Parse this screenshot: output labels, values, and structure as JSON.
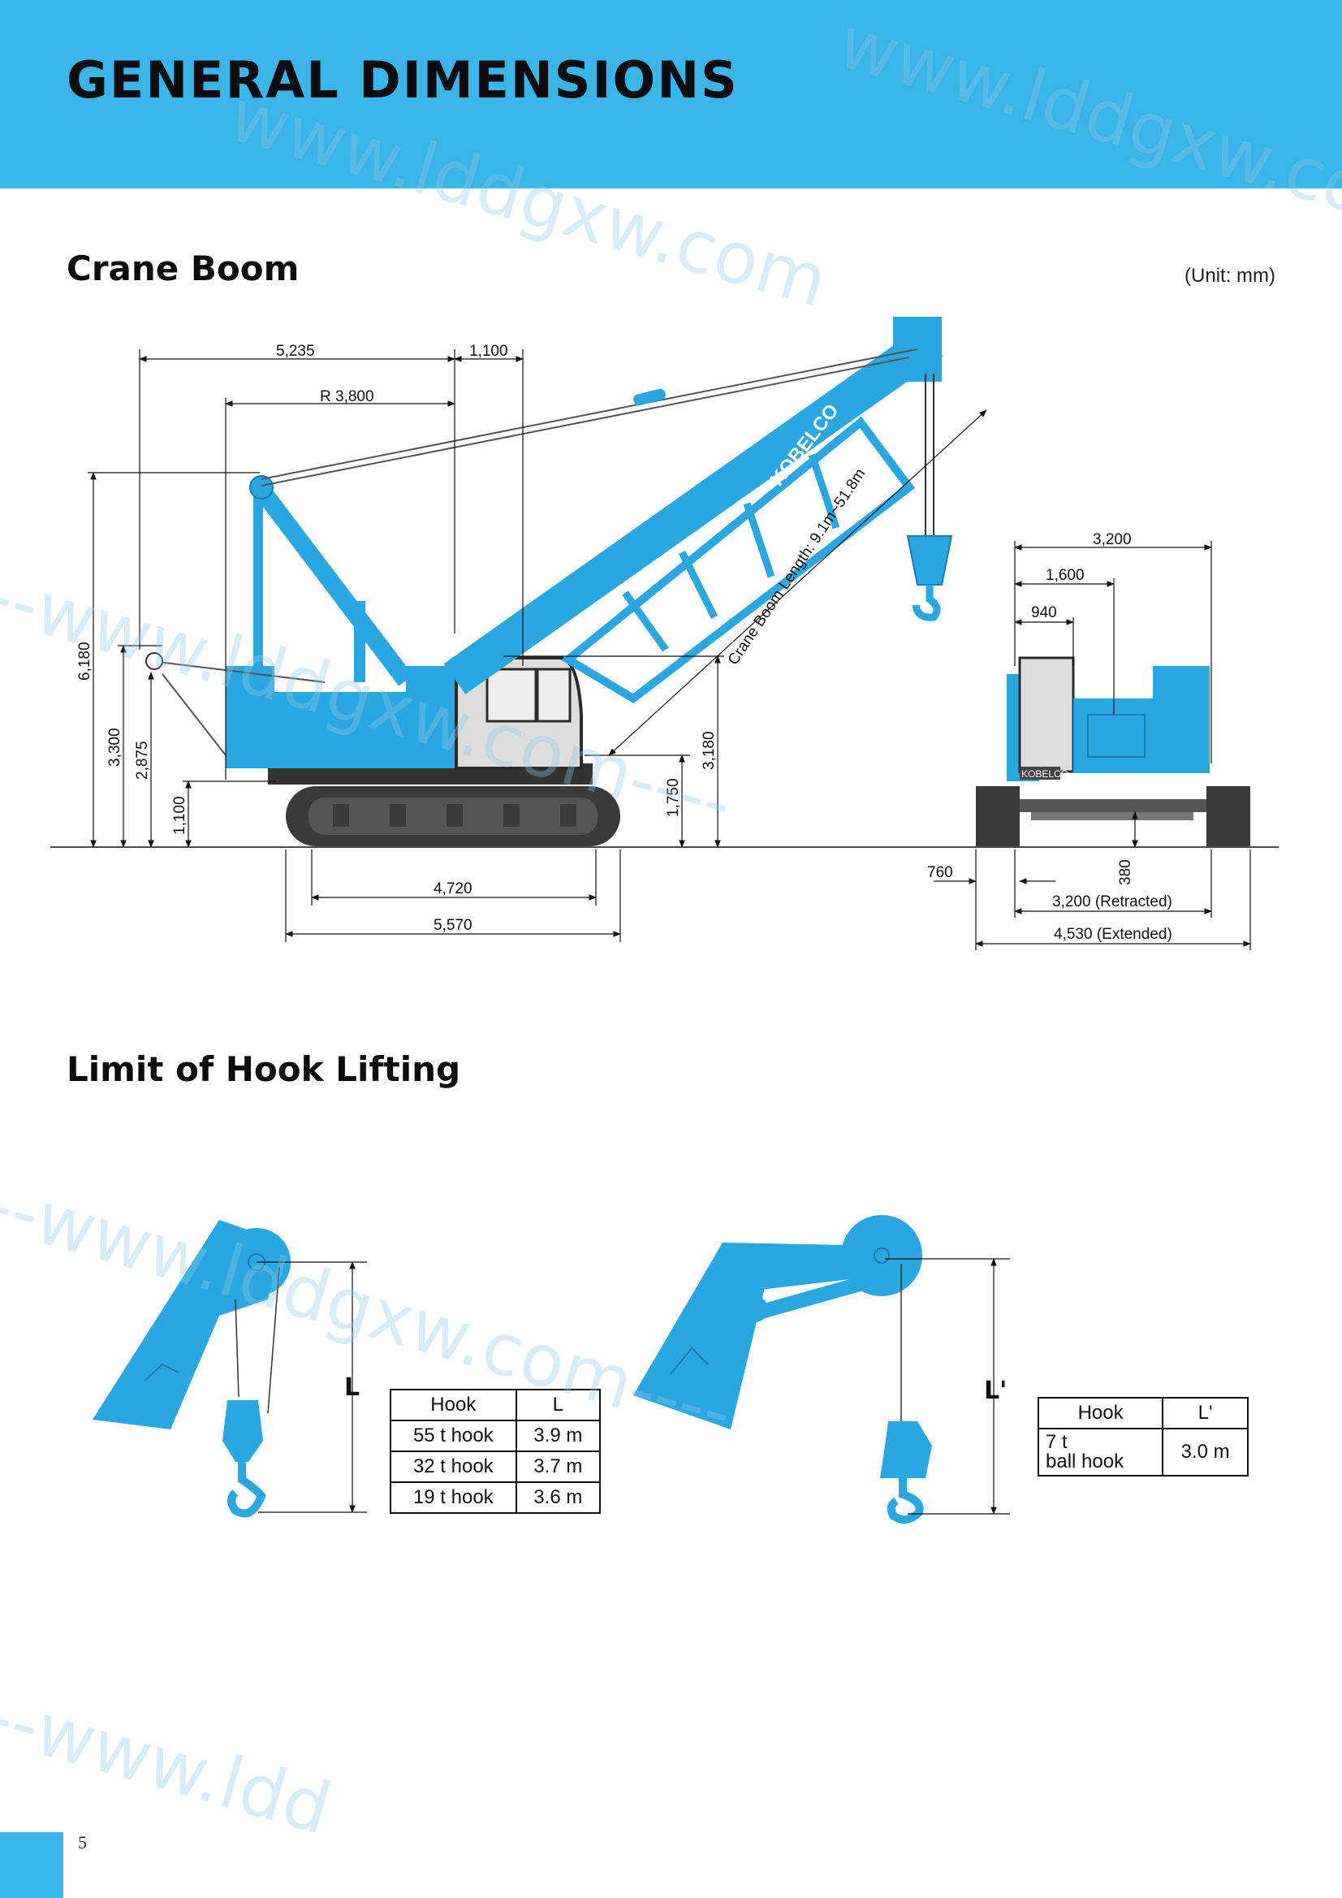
{
  "header": {
    "title": "GENERAL DIMENSIONS"
  },
  "crane_boom": {
    "heading": "Crane Boom",
    "unit_note": "(Unit: mm)",
    "side_view": {
      "dim_top_left": "5,235",
      "dim_top_right": "1,100",
      "radius": "R 3,800",
      "height_total": "6,180",
      "height_3300": "3,300",
      "height_2875": "2,875",
      "height_1100": "1,100",
      "height_1750": "1,750",
      "height_3180": "3,180",
      "track_length": "4,720",
      "overall_length": "5,570",
      "boom_length_label": "Crane Boom Length: 9.1m~51.8m",
      "brand": "KOBELCO"
    },
    "rear_view": {
      "width_3200_top": "3,200",
      "width_1600": "1,600",
      "width_940": "940",
      "clearance_380": "380",
      "shoe_760": "760",
      "retracted": "3,200 (Retracted)",
      "extended": "4,530 (Extended)",
      "brand": "KOBELCO"
    }
  },
  "hook_lifting": {
    "heading": "Limit of Hook Lifting",
    "left_label": "L",
    "right_label": "L'",
    "table_left": {
      "headers": [
        "Hook",
        "L"
      ],
      "rows": [
        [
          "55 t hook",
          "3.9 m"
        ],
        [
          "32 t hook",
          "3.7 m"
        ],
        [
          "19 t hook",
          "3.6 m"
        ]
      ]
    },
    "table_right": {
      "headers": [
        "Hook",
        "L'"
      ],
      "row_hook_line1": "7 t",
      "row_hook_line2": "ball hook",
      "row_value": "3.0 m"
    }
  },
  "footer": {
    "page_number": "5"
  },
  "watermarks": [
    "www.lddgxw.com",
    "www.lddgxw.com----",
    "--www.lddgxw.com----",
    "--www.lddgxw.com----",
    "--www.ldd"
  ],
  "colors": {
    "accent": "#3ab5e8",
    "machine": "#2aa6e0",
    "dark": "#3a3a3a"
  }
}
